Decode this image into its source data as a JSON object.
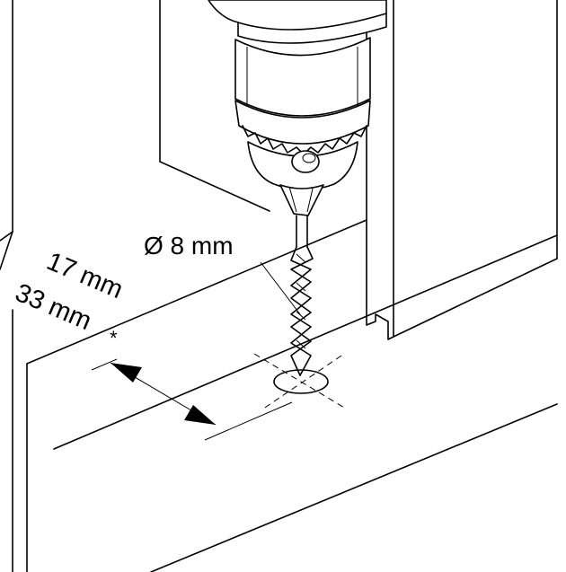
{
  "labels": {
    "diameter": "Ø 8 mm",
    "distance_primary": "17 mm",
    "distance_alternate": "33 mm",
    "footnote_marker": "*"
  },
  "colors": {
    "line": "#000000",
    "background": "#ffffff"
  }
}
